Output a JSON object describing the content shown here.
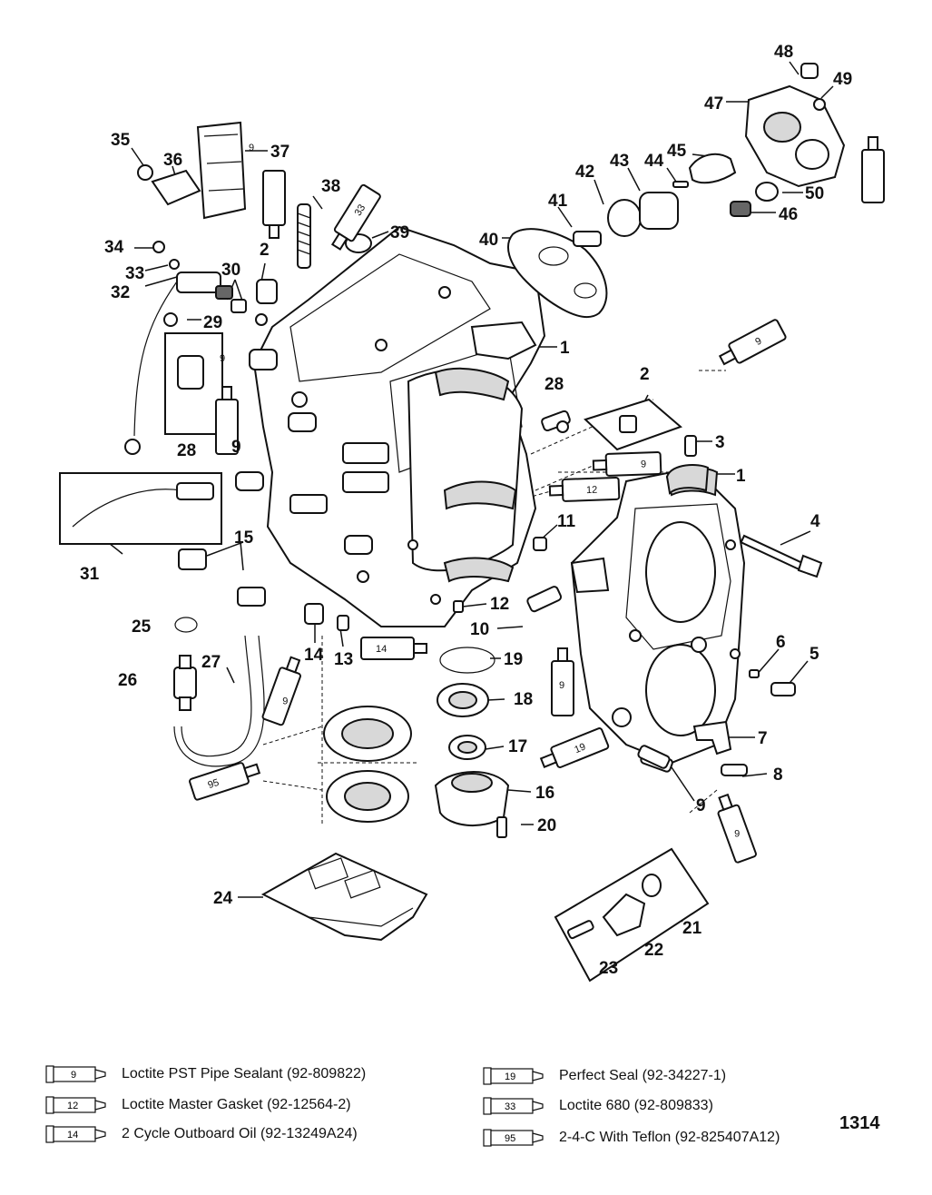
{
  "diagram_number": "1314",
  "callouts": [
    "1",
    "1",
    "2",
    "2",
    "3",
    "4",
    "5",
    "6",
    "7",
    "8",
    "9",
    "9",
    "10",
    "11",
    "12",
    "13",
    "14",
    "15",
    "16",
    "17",
    "18",
    "19",
    "20",
    "21",
    "22",
    "23",
    "24",
    "25",
    "26",
    "27",
    "28",
    "28",
    "29",
    "30",
    "31",
    "32",
    "33",
    "34",
    "35",
    "36",
    "37",
    "38",
    "39",
    "40",
    "41",
    "42",
    "43",
    "44",
    "45",
    "46",
    "47",
    "48",
    "49",
    "50"
  ],
  "tube_labels": [
    "9",
    "9",
    "9",
    "9",
    "9",
    "9",
    "9",
    "12",
    "14",
    "19",
    "33",
    "95"
  ],
  "legend": [
    {
      "tube": "9",
      "text": "Loctite PST Pipe Sealant (92-809822)"
    },
    {
      "tube": "12",
      "text": "Loctite Master Gasket (92-12564-2)"
    },
    {
      "tube": "14",
      "text": "2 Cycle Outboard Oil (92-13249A24)"
    },
    {
      "tube": "19",
      "text": "Perfect Seal (92-34227-1)"
    },
    {
      "tube": "33",
      "text": "Loctite 680 (92-809833)"
    },
    {
      "tube": "95",
      "text": "2-4-C With Teflon (92-825407A12)"
    }
  ]
}
